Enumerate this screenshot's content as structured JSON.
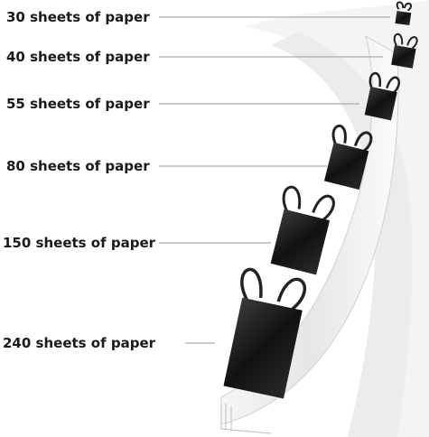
{
  "labels": [
    "30 sheets of paper",
    "40 sheets of paper",
    "55 sheets of paper",
    "80 sheets of paper",
    "150 sheets of paper",
    "240 sheets of paper"
  ],
  "colors": {
    "text": "#1a1a1a",
    "leader_line": "#9a9a9a",
    "clip_black": "#1b1b1b",
    "paper_shadow": "#e8e8e8"
  },
  "icons": [
    "binder-clip-icon"
  ]
}
